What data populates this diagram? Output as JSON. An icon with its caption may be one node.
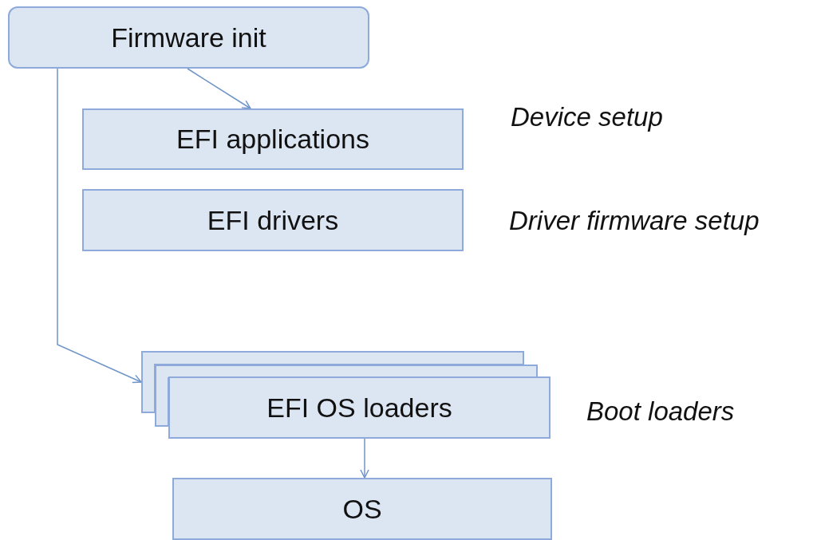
{
  "diagram": {
    "nodes": [
      {
        "text": [
          "Firmware init"
        ]
      },
      {
        "text": [
          "EFI applications"
        ],
        "beside": [
          "Device setup"
        ]
      },
      {
        "text": [
          "EFI drivers"
        ],
        "beside": [
          "Driver firmware setup"
        ]
      },
      {
        "text": [],
        "shape": "box"
      },
      {
        "text": [],
        "shape": "box"
      },
      {
        "text": [
          "EFI OS loaders"
        ],
        "beside": [
          "Boot loaders"
        ]
      },
      {
        "text": [
          "OS"
        ]
      }
    ],
    "edges": [
      {
        "from": 0,
        "to": 1,
        "arrow": "to"
      },
      {
        "from": 0,
        "to": 3,
        "arrow": "to"
      },
      {
        "from": 5,
        "to": 6,
        "arrow": "to"
      }
    ]
  }
}
